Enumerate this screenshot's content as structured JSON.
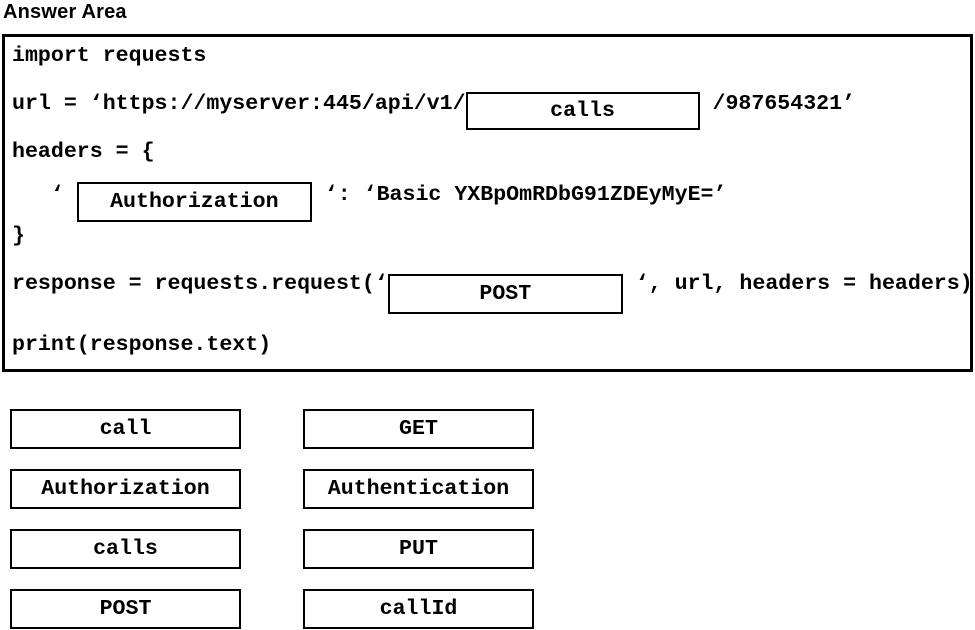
{
  "title": "Answer Area",
  "code": {
    "line1": "import requests",
    "line2_before": "url = ‘https://myserver:445/api/v1/",
    "line2_blank": "calls",
    "line2_after": " /987654321’",
    "line3": "headers = {",
    "line4_before": "   ‘ ",
    "line4_blank": "Authorization",
    "line4_after": " ‘: ‘Basic YXBpOmRDbG91ZDEyMyE=’",
    "line5": "}",
    "line6_before": "response = requests.request(‘",
    "line6_blank": "POST",
    "line6_after": " ‘, url, headers = headers)",
    "line7": "print(response.text)"
  },
  "options": {
    "left": [
      "call",
      "Authorization",
      "calls",
      "POST"
    ],
    "right": [
      "GET",
      "Authentication",
      "PUT",
      "callId"
    ]
  },
  "colors": {
    "text": "#000000",
    "border": "#000000",
    "background": "#ffffff"
  }
}
